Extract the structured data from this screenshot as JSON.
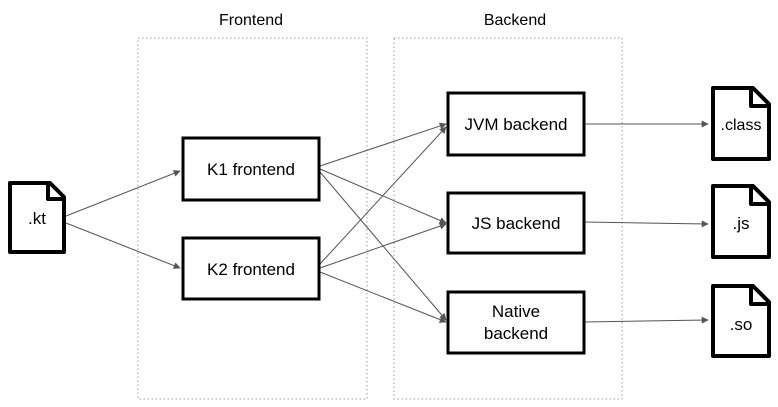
{
  "groups": {
    "frontend_title": "Frontend",
    "backend_title": "Backend"
  },
  "nodes": {
    "kt_file": ".kt",
    "k1_frontend": "K1 frontend",
    "k2_frontend": "K2 frontend",
    "jvm_backend": "JVM backend",
    "js_backend": "JS backend",
    "native_backend_line1": "Native",
    "native_backend_line2": "backend",
    "class_file": ".class",
    "js_file": ".js",
    "so_file": ".so"
  },
  "colors": {
    "box_border": "#000000",
    "edge": "#555555",
    "group_border": "#9a9a9a"
  },
  "icons": {
    "file_shape": "document-with-folded-corner-icon"
  }
}
